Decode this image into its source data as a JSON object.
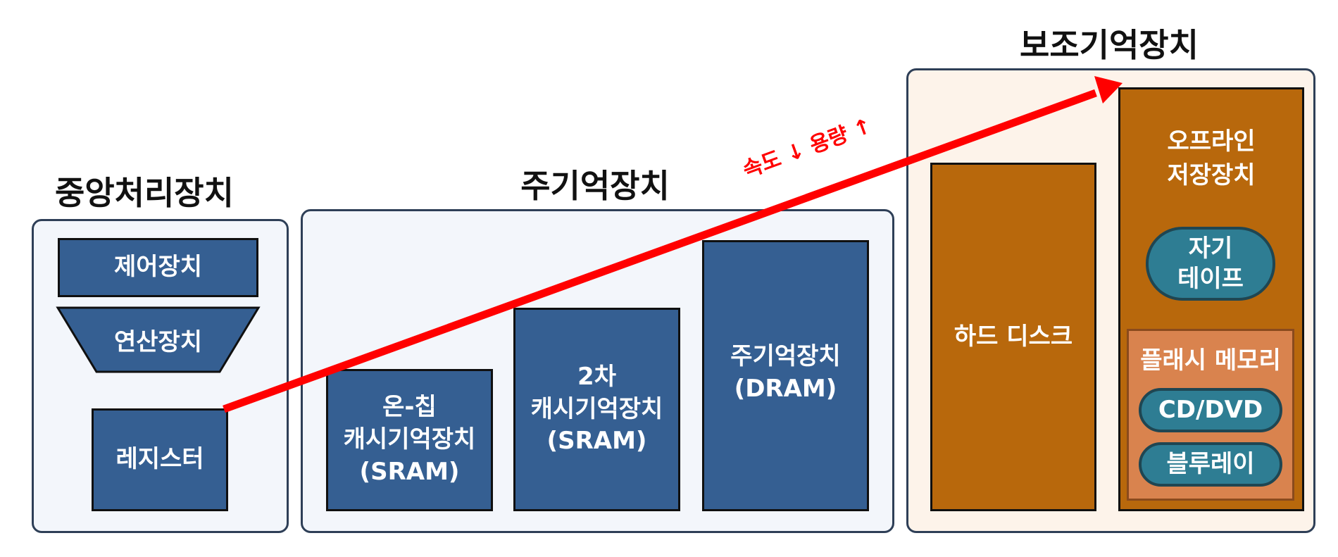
{
  "cpu": {
    "title": "중앙처리장치",
    "control_unit": "제어장치",
    "alu": "연산장치",
    "register": "레지스터"
  },
  "main_memory": {
    "title": "주기억장치",
    "onchip_cache": "온-칩\n캐시기억장치\n(SRAM)",
    "l2_cache": "2차\n캐시기억장치\n(SRAM)",
    "dram": "주기억장치\n(DRAM)"
  },
  "secondary_storage": {
    "title": "보조기억장치",
    "hard_disk": "하드 디스크",
    "offline_storage": "오프라인\n저장장치",
    "magnetic_tape": "자기\n테이프",
    "flash_memory": "플래시 메모리",
    "cd_dvd": "CD/DVD",
    "bluray": "블루레이"
  },
  "arrow": {
    "label": "속도 ↓ 용량 ↑",
    "color": "#ff0000"
  },
  "colors": {
    "blue_box": "#355f92",
    "brown_box": "#b8680c",
    "flash_box": "#d9834e",
    "pill": "#2e7d93",
    "group_border": "#2e3f57"
  }
}
